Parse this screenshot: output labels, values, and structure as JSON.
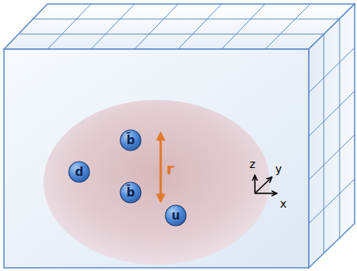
{
  "diagram": {
    "nodes": [
      {
        "text": [
          "d"
        ]
      },
      {
        "text": [
          "b̄"
        ]
      },
      {
        "text": [
          "b̄"
        ]
      },
      {
        "text": [
          "u"
        ]
      }
    ],
    "labels": [
      "r",
      "z",
      "y",
      "x"
    ]
  }
}
